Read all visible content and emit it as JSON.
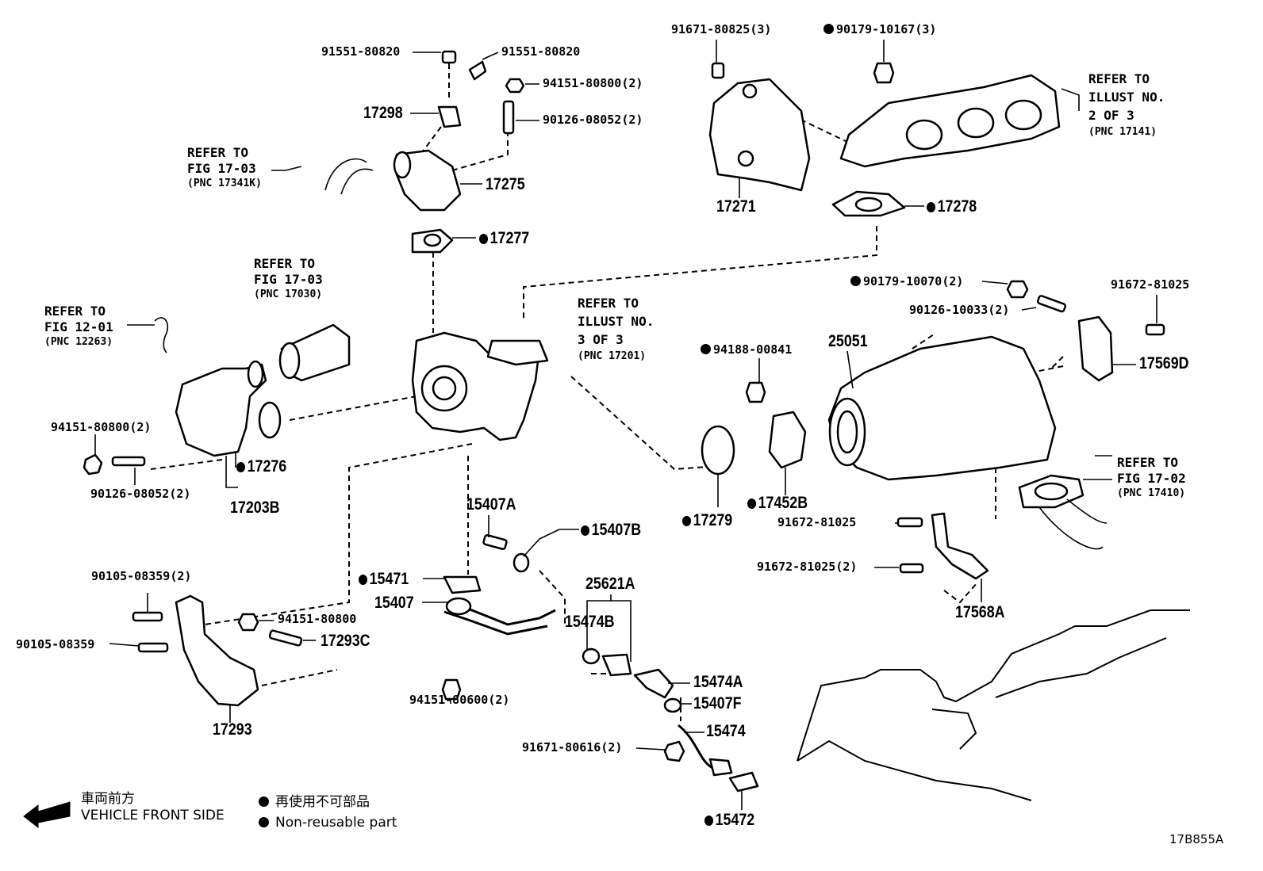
{
  "labels": {
    "l_91551_a": "91551-80820",
    "l_91551_b": "91551-80820",
    "l_94151_2_top": "94151-80800(2)",
    "l_90126_08052_top": "90126-08052(2)",
    "l_17298": "17298",
    "l_17275": "17275",
    "l_17277": "17277",
    "l_91671_80825": "91671-80825(3)",
    "l_90179_10167": "90179-10167(3)",
    "l_17271": "17271",
    "l_17278": "17278",
    "l_90179_10070": "90179-10070(2)",
    "l_90126_10033": "90126-10033(2)",
    "l_91672_81025_top": "91672-81025",
    "l_25051": "25051",
    "l_17569d": "17569D",
    "l_94188_00841": "94188-00841",
    "l_17452b": "17452B",
    "l_17279": "17279",
    "l_91672_81025_mid": "91672-81025",
    "l_91672_81025_2": "91672-81025(2)",
    "l_17568a": "17568A",
    "l_94151_80800_2_left": "94151-80800(2)",
    "l_90126_08052_left": "90126-08052(2)",
    "l_17276": "17276",
    "l_17203b": "17203B",
    "l_15407a": "15407A",
    "l_15407b": "15407B",
    "l_15471": "15471",
    "l_15407": "15407",
    "l_25621a": "25621A",
    "l_15474b": "15474B",
    "l_15474a": "15474A",
    "l_15407f": "15407F",
    "l_15474": "15474",
    "l_91671_80616": "91671-80616(2)",
    "l_15472": "15472",
    "l_94151_80600": "94151-80600(2)",
    "l_90105_08359_2": "90105-08359(2)",
    "l_90105_08359": "90105-08359",
    "l_94151_80800_lower": "94151-80800",
    "l_17293c": "17293C",
    "l_17293": "17293"
  },
  "refs": {
    "ref_fig_17_03_a": {
      "line1": "REFER TO",
      "line2": "FIG 17-03",
      "line3": "(PNC 17341K)"
    },
    "ref_fig_17_03_b": {
      "line1": "REFER TO",
      "line2": "FIG 17-03",
      "line3": "(PNC 17030)"
    },
    "ref_fig_12_01": {
      "line1": "REFER TO",
      "line2": "FIG 12-01",
      "line3": "(PNC 12263)"
    },
    "ref_illust_2": {
      "line1": "REFER TO",
      "line2": "ILLUST NO.",
      "line3": "2 OF 3",
      "line4": "(PNC 17141)"
    },
    "ref_illust_3": {
      "line1": "REFER TO",
      "line2": "ILLUST NO.",
      "line3": "3 OF 3",
      "line4": "(PNC 17201)"
    },
    "ref_fig_17_02": {
      "line1": "REFER TO",
      "line2": "FIG 17-02",
      "line3": "(PNC 17410)"
    }
  },
  "legend": {
    "direction_jp": "車両前方",
    "direction_en": "VEHICLE FRONT SIDE",
    "nonreusable_jp": "再使用不可部品",
    "nonreusable_en": "Non-reusable part"
  },
  "figure_id": "17B855A"
}
